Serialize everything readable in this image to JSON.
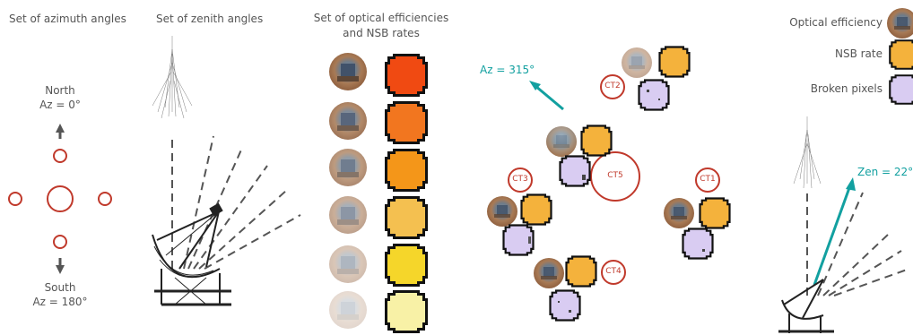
{
  "panels": {
    "azimuth": {
      "title": "Set of azimuth angles",
      "north_line1": "North",
      "north_line2": "Az = 0°",
      "south_line1": "South",
      "south_line2": "Az = 180°"
    },
    "zenith": {
      "title": "Set of zenith angles"
    },
    "optical": {
      "title_line1": "Set of optical efficiencies",
      "title_line2": "and NSB rates",
      "nsb_colors": [
        "#f04a12",
        "#f2761f",
        "#f49619",
        "#f4c050",
        "#f5d62a",
        "#f8f1a6"
      ],
      "efficiency_opacity": [
        1.0,
        0.88,
        0.75,
        0.6,
        0.42,
        0.25
      ]
    },
    "array": {
      "az_label": "Az = 315°",
      "telescopes": [
        "CT1",
        "CT2",
        "CT3",
        "CT4",
        "CT5"
      ]
    },
    "legend": {
      "optical_efficiency": "Optical efficiency",
      "nsb_rate": "NSB rate",
      "broken_pixels": "Broken pixels",
      "zen_label": "Zen = 22°"
    }
  },
  "colors": {
    "ring_red": "#c0392b",
    "arrow_grey": "#555555",
    "accent_teal": "#12a0a0",
    "camera_orange": "#f4b23c",
    "camera_lilac": "#d9ccf2"
  }
}
